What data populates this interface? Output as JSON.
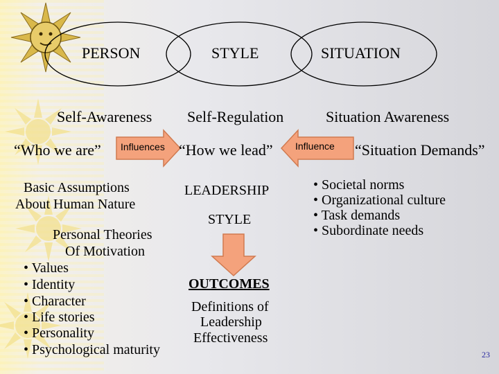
{
  "header": {
    "person": "PERSON",
    "style": "STYLE",
    "situation": "SITUATION"
  },
  "row2": {
    "self_awareness": "Self-Awareness",
    "self_regulation": "Self-Regulation",
    "situation_awareness": "Situation Awareness"
  },
  "row3": {
    "who_we_are": "“Who we are”",
    "influences": "Influences",
    "how_we_lead": "“How we lead”",
    "influence": "Influence",
    "situation_demands": "“Situation Demands”"
  },
  "person_col": {
    "basic_assumptions": [
      "Basic Assumptions",
      "About Human Nature"
    ],
    "personal_theories": [
      "Personal Theories",
      "Of Motivation"
    ],
    "bullets": [
      "• Values",
      "• Identity",
      "• Character",
      "• Life stories",
      "• Personality",
      "• Psychological maturity"
    ]
  },
  "center_col": {
    "leadership": "LEADERSHIP",
    "style": "STYLE",
    "outcomes": "OUTCOMES",
    "definitions": [
      "Definitions of",
      "Leadership",
      "Effectiveness"
    ]
  },
  "situation_col": {
    "bullets": [
      "• Societal norms",
      "• Organizational culture",
      "• Task demands",
      "• Subordinate needs"
    ]
  },
  "slide_number": "23",
  "colors": {
    "arrow_fill": "#f4a27c",
    "arrow_stroke": "#d07a50",
    "sun": "#f3d76a",
    "slide_number": "#2a2aa0"
  },
  "icons": [
    "sun-icon",
    "sun-decoration-icon"
  ]
}
